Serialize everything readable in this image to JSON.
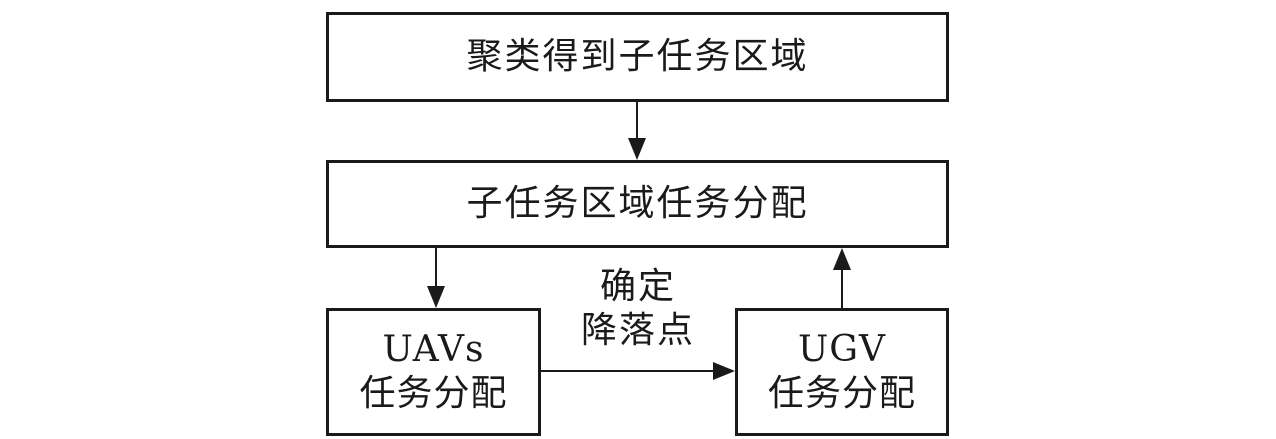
{
  "nodes": {
    "cluster": {
      "label": "聚类得到子任务区域"
    },
    "subregion_assign": {
      "label": "子任务区域任务分配"
    },
    "uavs": {
      "line1": "UAVs",
      "line2": "任务分配"
    },
    "ugv": {
      "line1": "UGV",
      "line2": "任务分配"
    }
  },
  "edges": {
    "uavs_to_ugv": {
      "label_line1": "确定",
      "label_line2": "降落点"
    }
  },
  "colors": {
    "stroke": "#1a1a1a",
    "background": "#ffffff"
  }
}
